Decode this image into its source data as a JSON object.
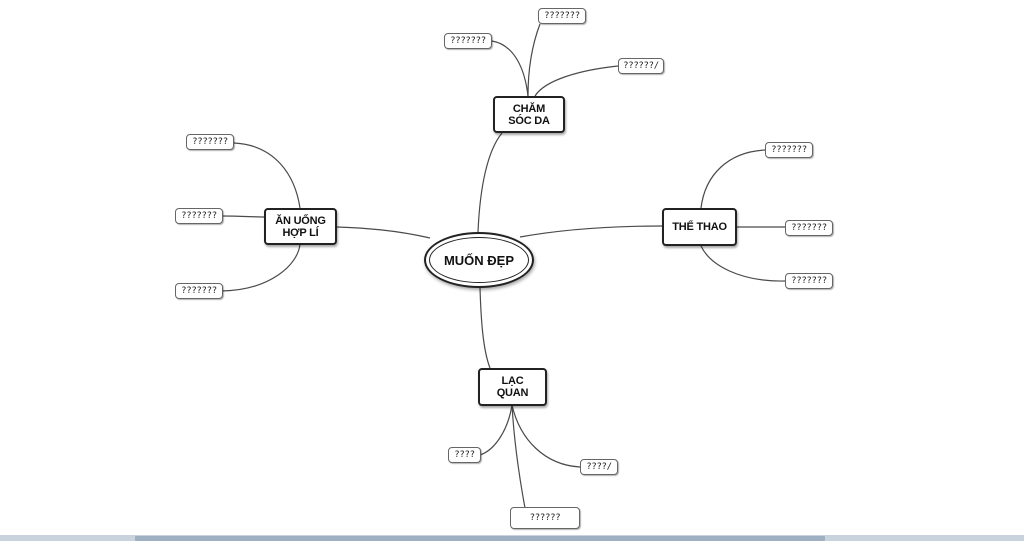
{
  "mindmap": {
    "center": "MUỐN ĐẸP",
    "branches": {
      "cham_soc_da": {
        "label_line1": "CHĂM",
        "label_line2": "SÓC DA",
        "leaves": [
          "???????",
          "???????",
          "??????/"
        ]
      },
      "an_uong": {
        "label_line1": "ĂN UỐNG",
        "label_line2": "HỢP LÍ",
        "leaves": [
          "???????",
          "???????",
          "???????"
        ]
      },
      "the_thao": {
        "label": "THỂ THAO",
        "leaves": [
          "???????",
          "???????",
          "???????"
        ]
      },
      "lac_quan": {
        "label_line1": "LẠC",
        "label_line2": "QUAN",
        "leaves": [
          "????",
          "????/",
          "??????"
        ]
      }
    }
  },
  "colors": {
    "node_border": "#222222",
    "line": "#4a4a4a",
    "scrollbar": "#c9d3dd"
  }
}
